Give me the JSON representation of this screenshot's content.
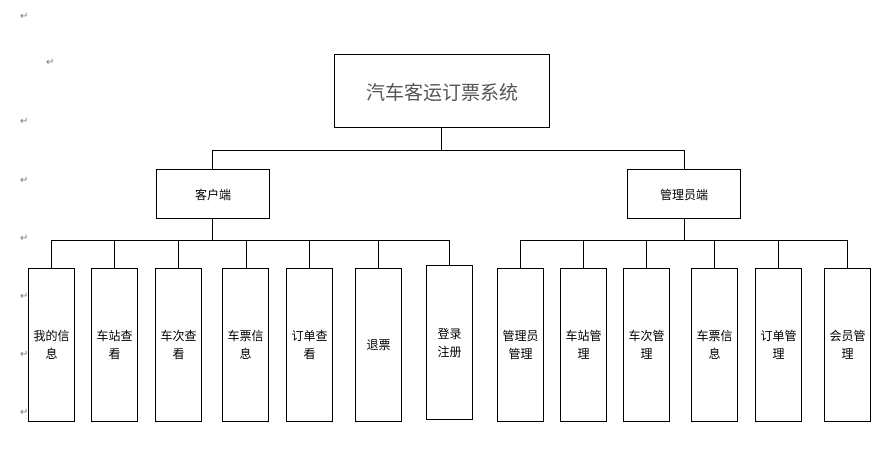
{
  "root": {
    "label": "汽车客运订票系统"
  },
  "branches": [
    {
      "label": "客户端",
      "children": [
        "我的信息",
        "车站查看",
        "车次查看",
        "车票信息",
        "订单查看",
        "退票",
        "登录注册"
      ]
    },
    {
      "label": "管理员端",
      "children": [
        "管理员管理",
        "车站管理",
        "车次管理",
        "车票信息",
        "订单管理",
        "会员管理"
      ]
    }
  ],
  "paragraph_mark": "↵"
}
